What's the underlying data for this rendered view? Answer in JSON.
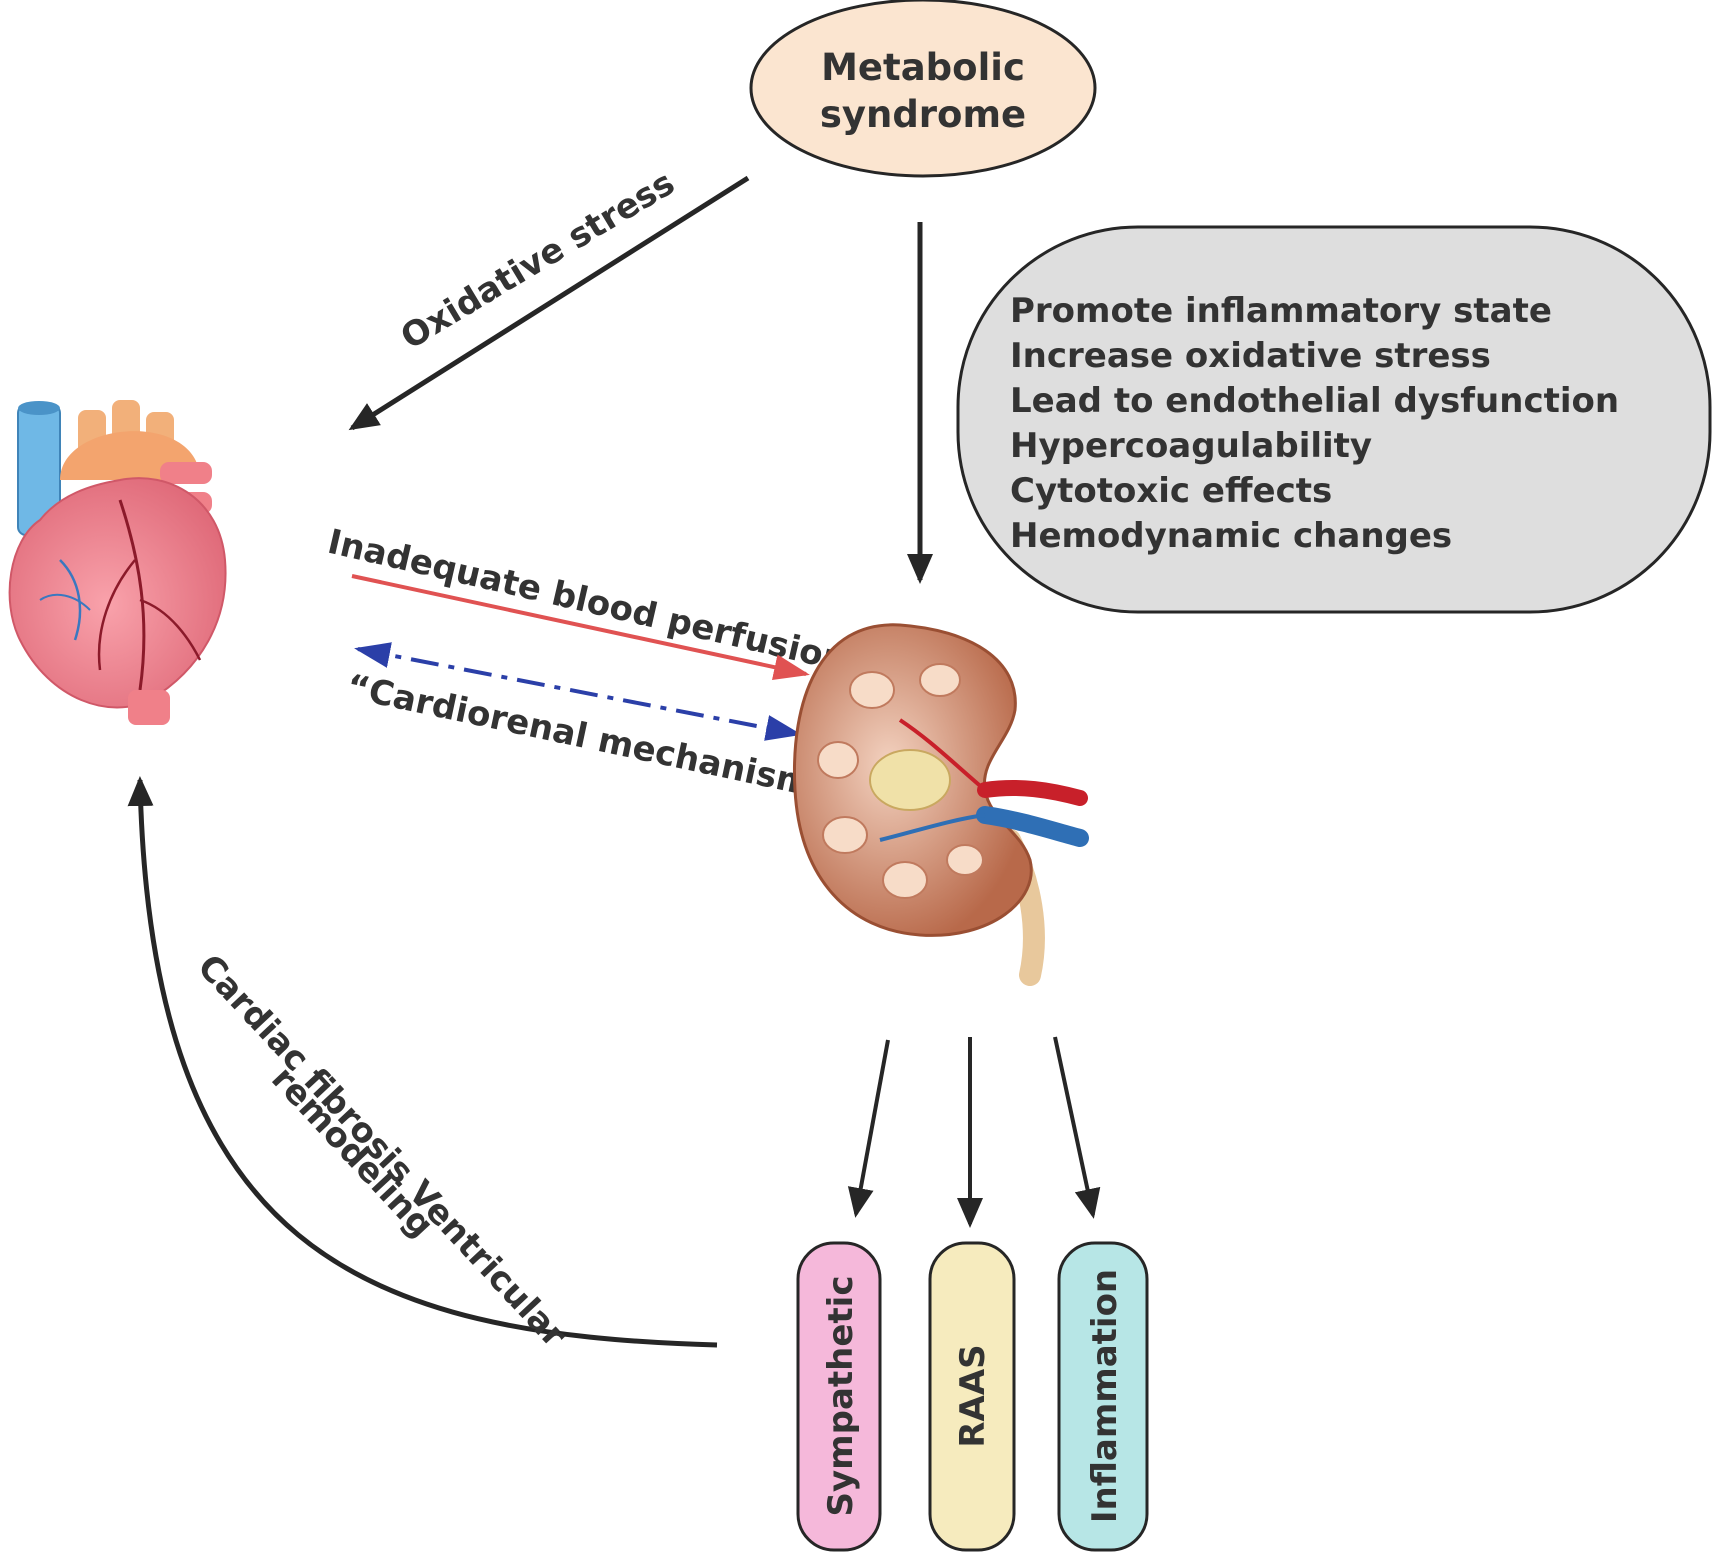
{
  "top_node": {
    "line1": "Metabolic",
    "line2": "syndrome"
  },
  "effects_box": {
    "lines": [
      "Promote inflammatory state",
      "Increase oxidative stress",
      "Lead to endothelial dysfunction",
      "Hypercoagulability",
      "Cytotoxic effects",
      "Hemodynamic changes"
    ]
  },
  "edge_labels": {
    "oxidative_stress": "Oxidative stress",
    "blood_perfusion": "Inadequate blood perfusion",
    "cardiorenal": "“Cardiorenal mechanism”",
    "fibrosis_line1": "Cardiac fibrosis Ventricular",
    "fibrosis_line2": "remodeling"
  },
  "pathways": [
    {
      "label": "Sympathetic",
      "color": "#f5b8da"
    },
    {
      "label": "RAAS",
      "color": "#f6ebbe"
    },
    {
      "label": "Inflammation",
      "color": "#b7e6e6"
    }
  ],
  "colors": {
    "top_node_fill": "#fbe5d0",
    "effects_box_fill": "#dedede",
    "perfusion_arrow": "#e05252",
    "cardiorenal_arrow": "#2b3fa8",
    "arrow_dark": "#262626"
  },
  "icons": {
    "heart": "heart-illustration",
    "kidney": "kidney-illustration"
  }
}
